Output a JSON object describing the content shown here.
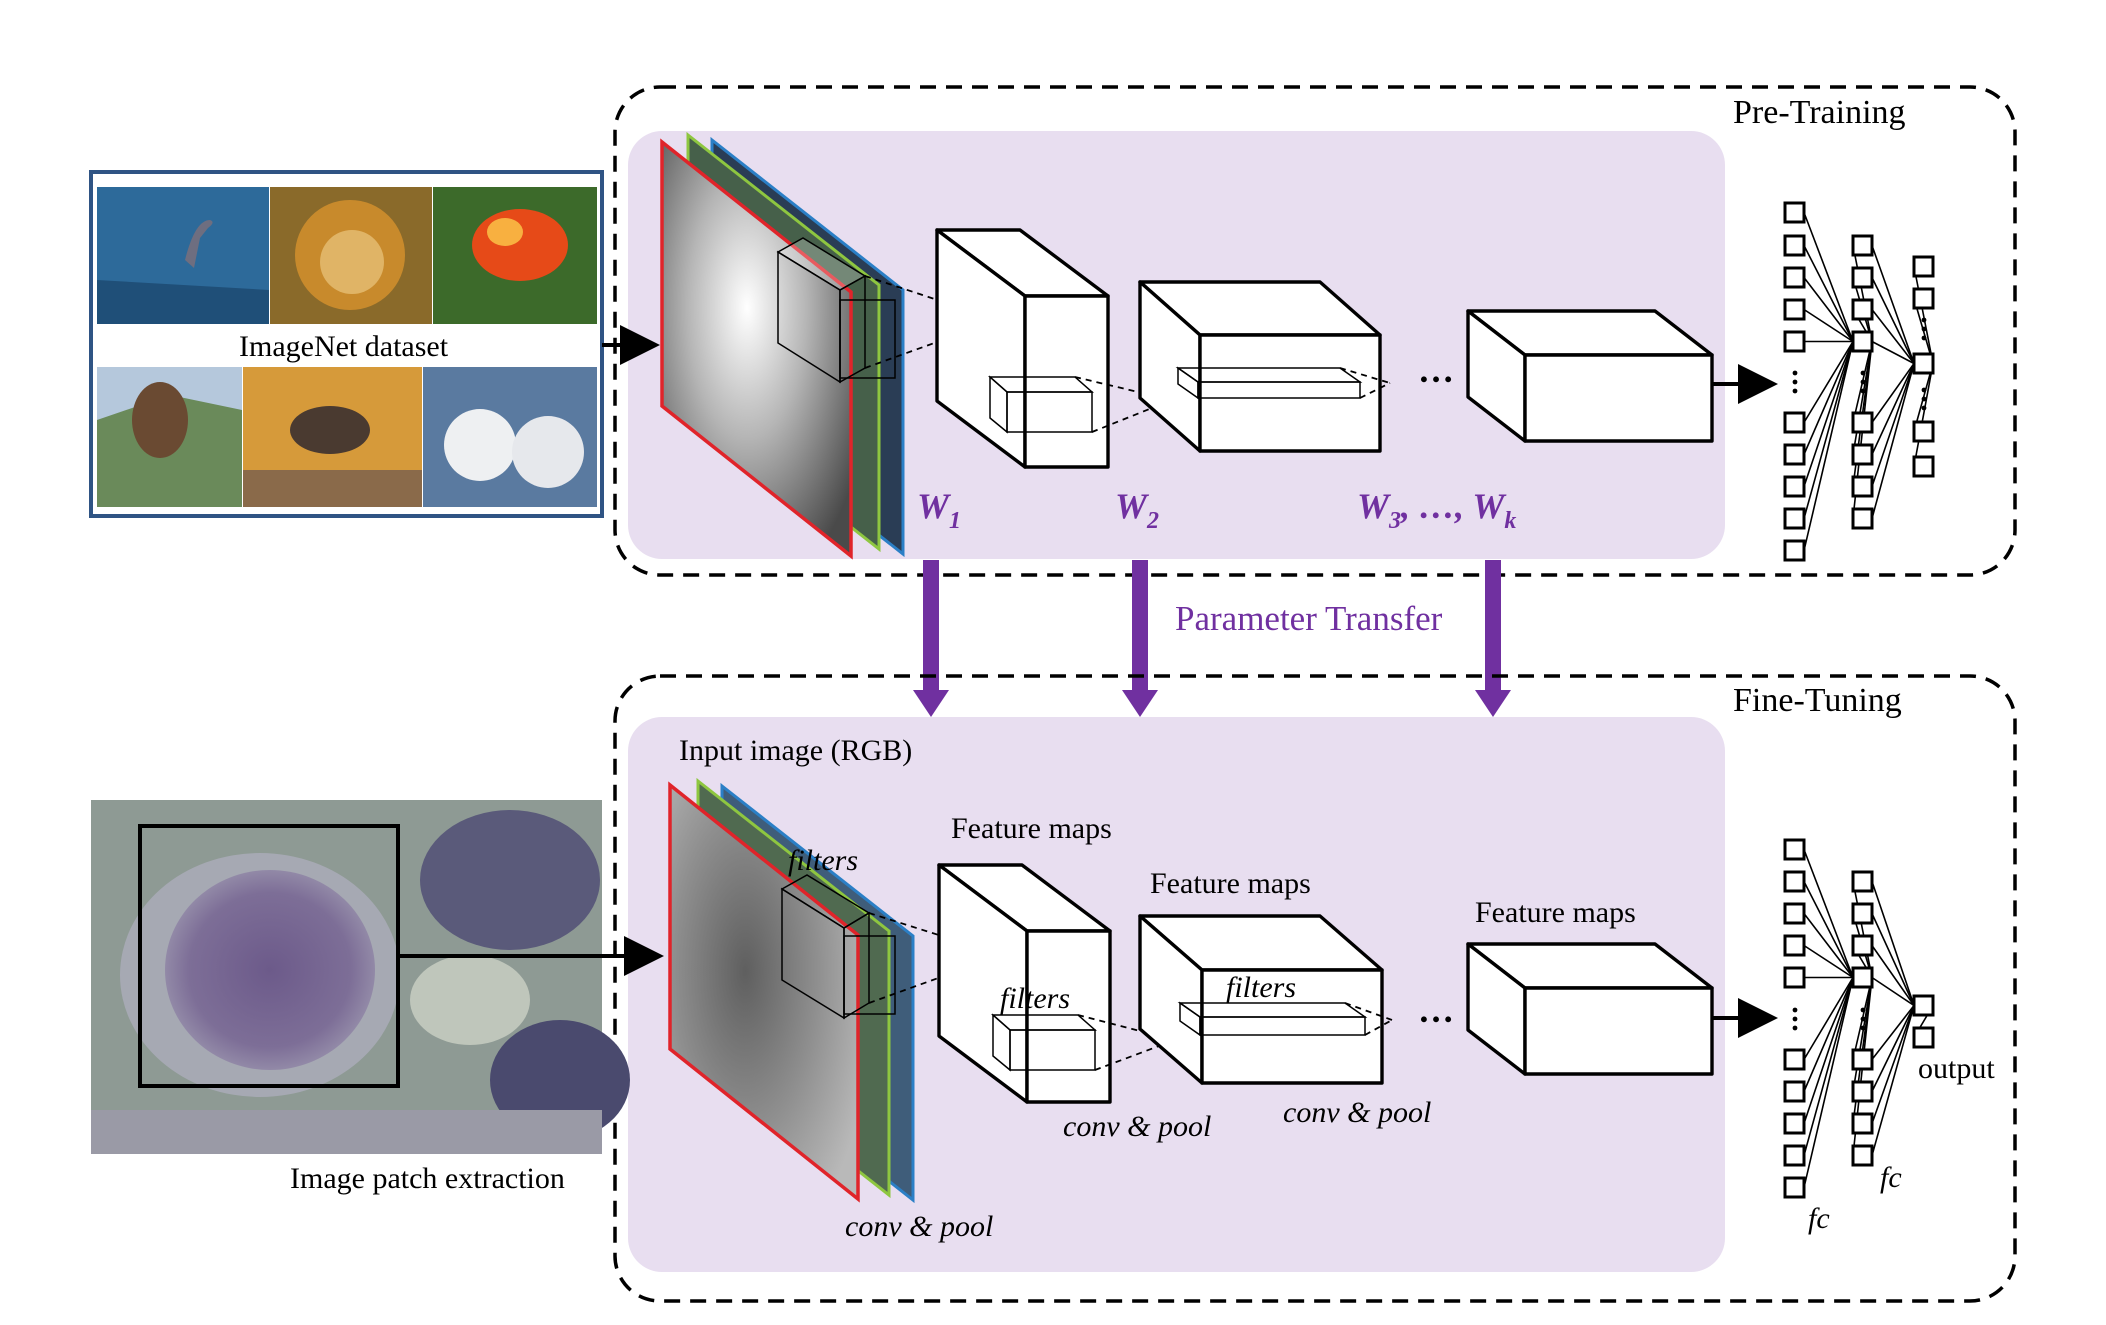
{
  "colors": {
    "panel_fill": "#e8def0",
    "purple_accent": "#7030a0",
    "imagenet_border": "#2f5484",
    "channel_red": "#e0242a",
    "channel_green": "#8ec640",
    "channel_blue": "#2b7fc6"
  },
  "pretraining": {
    "title": "Pre-Training",
    "imagenet_label": "ImageNet dataset",
    "weights": [
      {
        "main": "W",
        "sub": "1"
      },
      {
        "main": "W",
        "sub": "2"
      },
      {
        "main": "W",
        "sub": "3",
        "suffix": ", …, ",
        "main2": "W",
        "sub2": "k"
      }
    ],
    "ellipsis": "…"
  },
  "transfer": {
    "label": "Parameter Transfer"
  },
  "finetuning": {
    "title": "Fine-Tuning",
    "patch_label": "Image patch extraction",
    "input_label": "Input image (RGB)",
    "feature_maps_1": "Feature maps",
    "feature_maps_2": "Feature maps",
    "feature_maps_3": "Feature maps",
    "filters_1": "filters",
    "filters_2": "filters",
    "filters_3": "filters",
    "conv_pool_1": "conv & pool",
    "conv_pool_2": "conv & pool",
    "conv_pool_3": "conv & pool",
    "fc_1": "fc",
    "fc_2": "fc",
    "output": "output",
    "ellipsis": "…"
  }
}
